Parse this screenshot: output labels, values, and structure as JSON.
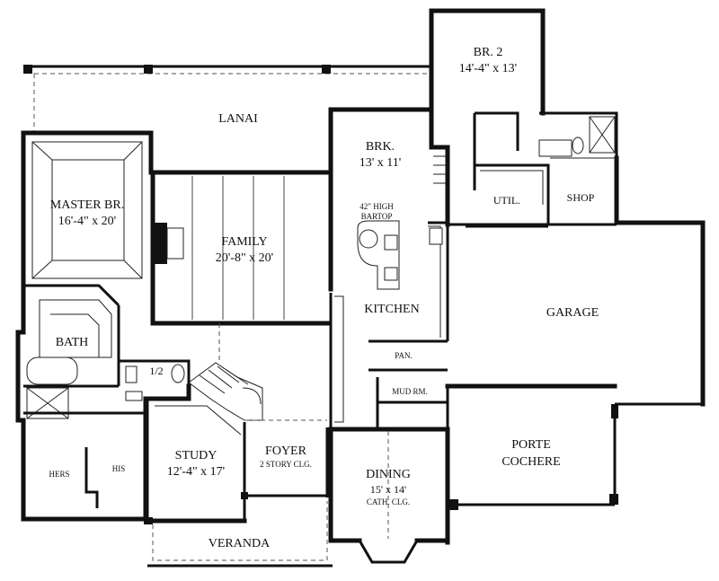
{
  "rooms": {
    "lanai": {
      "name": "LANAI"
    },
    "br2": {
      "name": "BR. 2",
      "dims": "14'-4\" x 13'"
    },
    "brk": {
      "name": "BRK.",
      "dims": "13' x 11'"
    },
    "master": {
      "name": "MASTER BR.",
      "dims": "16'-4\" x 20'"
    },
    "family": {
      "name": "FAMILY",
      "dims": "20'-8\" x 20'"
    },
    "bartop": {
      "line1": "42\" HIGH",
      "line2": "BARTOP"
    },
    "util": {
      "name": "UTIL."
    },
    "shop": {
      "name": "SHOP"
    },
    "kitchen": {
      "name": "KITCHEN"
    },
    "garage": {
      "name": "GARAGE"
    },
    "bath": {
      "name": "BATH"
    },
    "half_bath": {
      "name": "1/2"
    },
    "pantry": {
      "name": "PAN."
    },
    "mud": {
      "name": "MUD RM."
    },
    "porte": {
      "line1": "PORTE",
      "line2": "COCHERE"
    },
    "study": {
      "name": "STUDY",
      "dims": "12'-4\" x 17'"
    },
    "foyer": {
      "name": "FOYER",
      "note": "2 STORY CLG."
    },
    "dining": {
      "name": "DINING",
      "dims": "15' x 14'",
      "note": "CATH. CLG."
    },
    "hers": {
      "name": "HERS"
    },
    "his": {
      "name": "HIS"
    },
    "veranda": {
      "name": "VERANDA"
    }
  }
}
